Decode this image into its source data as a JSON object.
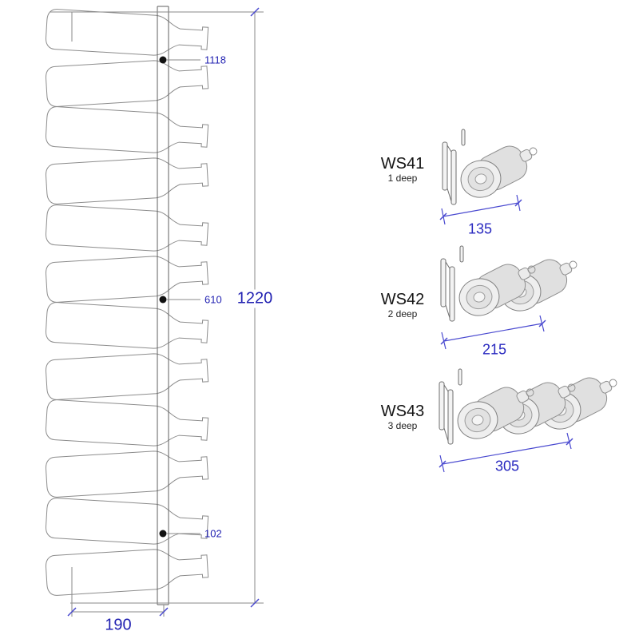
{
  "rack": {
    "height_label": "1220",
    "width_label": "190",
    "hole_top_label": "1118",
    "hole_mid_label": "610",
    "hole_bottom_label": "102"
  },
  "products": [
    {
      "code": "WS41",
      "depth": "1 deep",
      "width_label": "135"
    },
    {
      "code": "WS42",
      "depth": "2 deep",
      "width_label": "215"
    },
    {
      "code": "WS43",
      "depth": "3 deep",
      "width_label": "305"
    }
  ],
  "colors": {
    "dimension_text": "#2222b2",
    "line_art": "#6f6f6f",
    "blue_dim_line": "#4a4ad0"
  }
}
